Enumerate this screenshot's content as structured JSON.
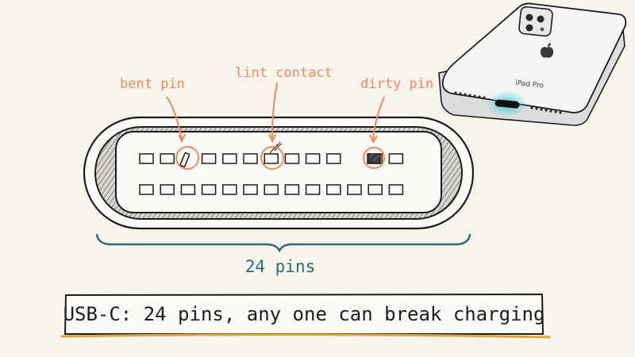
{
  "labels": {
    "bent_pin": "bent pin",
    "lint_contact": "lint contact",
    "dirty_pin": "dirty pin",
    "pin_count": "24 pins",
    "device": "iPad Pro"
  },
  "caption": "USB-C: 24 pins, any one can break charging",
  "colors": {
    "annotation": "#f08a5d",
    "brace": "#2f6b6e",
    "underline": "#e0a33a",
    "ink": "#1c1c1c",
    "glow": "#39d0d8",
    "background": "#f7f4ee"
  },
  "connector": {
    "rows": 2,
    "pins_per_row": 13,
    "highlighted": [
      "bent-pin",
      "lint-contact",
      "dirty-pin"
    ]
  }
}
